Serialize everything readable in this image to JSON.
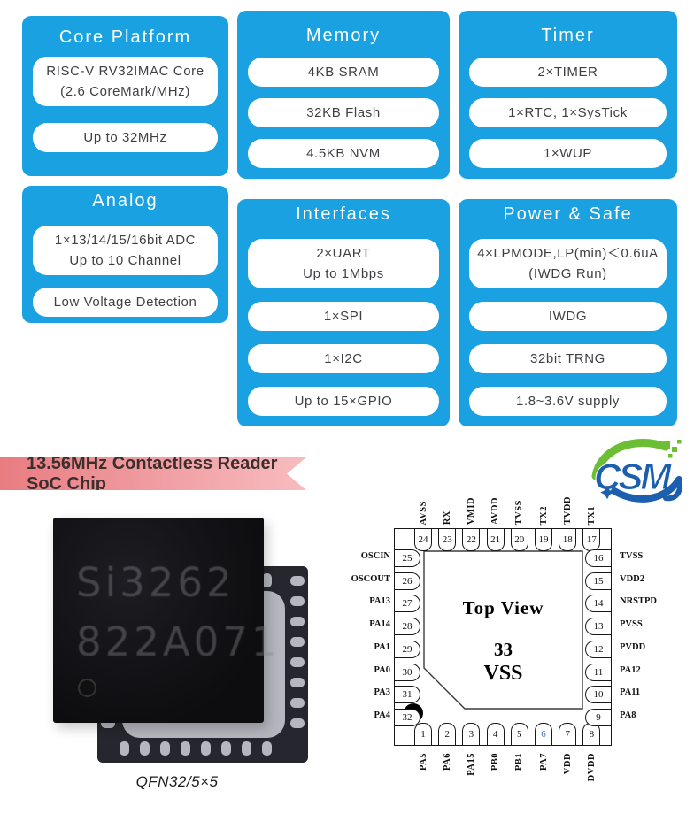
{
  "colors": {
    "card_blue": "#1aa1e2",
    "pill_text": "#3f3f44",
    "banner_gradient_from": "#e87c81",
    "banner_gradient_to": "#f7bcbf",
    "banner_text": "#3d2e2e",
    "logo_blue": "#1c5fae",
    "logo_green": "#6cbf34",
    "pin6_highlight": "#4472c4"
  },
  "cards": [
    {
      "title": "Core Platform",
      "items": [
        [
          "RISC-V RV32IMAC Core",
          "(2.6 CoreMark/MHz)"
        ],
        [
          "Up to 32MHz"
        ]
      ]
    },
    {
      "title": "Memory",
      "items": [
        [
          "4KB SRAM"
        ],
        [
          "32KB Flash"
        ],
        [
          "4.5KB NVM"
        ]
      ]
    },
    {
      "title": "Timer",
      "items": [
        [
          "2×TIMER"
        ],
        [
          "1×RTC, 1×SysTick"
        ],
        [
          "1×WUP"
        ]
      ]
    },
    {
      "title": "Analog",
      "items": [
        [
          "1×13/14/15/16bit ADC",
          "Up to 10 Channel"
        ],
        [
          "Low Voltage Detection"
        ]
      ]
    },
    {
      "title": "Interfaces",
      "items": [
        [
          "2×UART",
          "Up to 1Mbps"
        ],
        [
          "1×SPI"
        ],
        [
          "1×I2C"
        ],
        [
          "Up to 15×GPIO"
        ]
      ]
    },
    {
      "title": "Power & Safe",
      "items": [
        [
          "4×LPMODE,LP(min)＜0.6uA",
          "(IWDG Run)"
        ],
        [
          "IWDG"
        ],
        [
          "32bit TRNG"
        ],
        [
          "1.8~3.6V supply"
        ]
      ]
    }
  ],
  "banner": {
    "text": "13.56MHz Contactless Reader SoC Chip"
  },
  "logo": {
    "text": "CSM"
  },
  "chip": {
    "marking_line1": "Si3262",
    "marking_line2": "822A071",
    "caption": "QFN32/5×5"
  },
  "pinout": {
    "center_title": "Top View",
    "center_pin_number": "33",
    "center_pin_label": "VSS",
    "top_pins": [
      {
        "num": "24",
        "label": "AVSS"
      },
      {
        "num": "23",
        "label": "RX"
      },
      {
        "num": "22",
        "label": "VMID"
      },
      {
        "num": "21",
        "label": "AVDD"
      },
      {
        "num": "20",
        "label": "TVSS"
      },
      {
        "num": "19",
        "label": "TX2"
      },
      {
        "num": "18",
        "label": "TVDD"
      },
      {
        "num": "17",
        "label": "TX1"
      }
    ],
    "left_pins": [
      {
        "num": "25",
        "label": "OSCIN"
      },
      {
        "num": "26",
        "label": "OSCOUT"
      },
      {
        "num": "27",
        "label": "PA13"
      },
      {
        "num": "28",
        "label": "PA14"
      },
      {
        "num": "29",
        "label": "PA1"
      },
      {
        "num": "30",
        "label": "PA0"
      },
      {
        "num": "31",
        "label": "PA3"
      },
      {
        "num": "32",
        "label": "PA4"
      }
    ],
    "right_pins": [
      {
        "num": "16",
        "label": "TVSS"
      },
      {
        "num": "15",
        "label": "VDD2"
      },
      {
        "num": "14",
        "label": "NRSTPD"
      },
      {
        "num": "13",
        "label": "PVSS"
      },
      {
        "num": "12",
        "label": "PVDD"
      },
      {
        "num": "11",
        "label": "PA12"
      },
      {
        "num": "10",
        "label": "PA11"
      },
      {
        "num": "9",
        "label": "PA8"
      }
    ],
    "bottom_pins": [
      {
        "num": "1",
        "label": "PA5"
      },
      {
        "num": "2",
        "label": "PA6"
      },
      {
        "num": "3",
        "label": "PA15"
      },
      {
        "num": "4",
        "label": "PB0"
      },
      {
        "num": "5",
        "label": "PB1"
      },
      {
        "num": "6",
        "label": "PA7",
        "highlight": true
      },
      {
        "num": "7",
        "label": "VDD"
      },
      {
        "num": "8",
        "label": "DVDD"
      }
    ]
  }
}
